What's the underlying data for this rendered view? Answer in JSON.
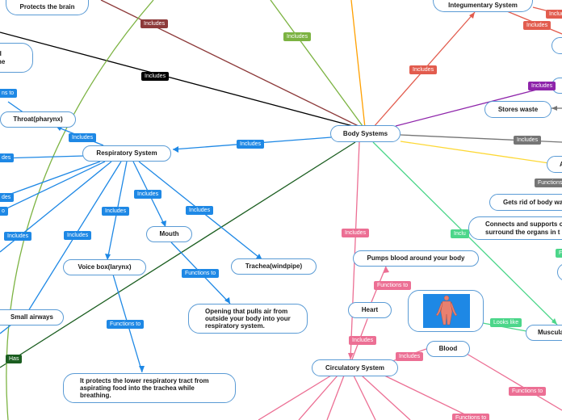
{
  "nodes": {
    "body_systems": "Body Systems",
    "protects_brain": "Protects the brain",
    "integumentary": "Integumentary System",
    "stores_waste": "Stores waste",
    "gets_rid": "Gets rid of body wa",
    "connects": "Connects and supports o surround the organs in t",
    "respiratory": "Respiratory System",
    "throat": "Throat(pharynx)",
    "mouth": "Mouth",
    "trachea": "Trachea(windpipe)",
    "voice_box": "Voice box(larynx)",
    "opening": "Opening that pulls air from outside your body into your respiratory system.",
    "protects_lower": "It protects the lower respiratory tract from aspirating food into the trachea while breathing.",
    "small_airways": "Small airways",
    "pumps_blood": "Pumps blood around your body",
    "heart": "Heart",
    "blood": "Blood",
    "circulatory": "Circulatory System",
    "muscula": "Muscula",
    "partial_left": "d\nhe",
    "partial_a": "A"
  },
  "tags": {
    "includes": "Includes",
    "includes_short": "Inclu",
    "functions_to": "Functions to",
    "functions_short": "Functions",
    "fun_short": "ns to",
    "to_short": "o",
    "des_short": "des",
    "has": "Has",
    "looks_like": "Looks like",
    "f_short": "Fu"
  },
  "colors": {
    "blue": "#1e88e5",
    "red": "#e25c4e",
    "brown": "#8d3a3a",
    "black": "#000000",
    "olive": "#7cb342",
    "dark_green": "#1b5e20",
    "pink": "#ec6f94",
    "purple": "#8e24aa",
    "gray": "#757575",
    "yellow": "#fdd835",
    "orange": "#ffa000",
    "mint": "#4cd68a"
  },
  "icons": [
    "muscle-anatomy-icon"
  ]
}
